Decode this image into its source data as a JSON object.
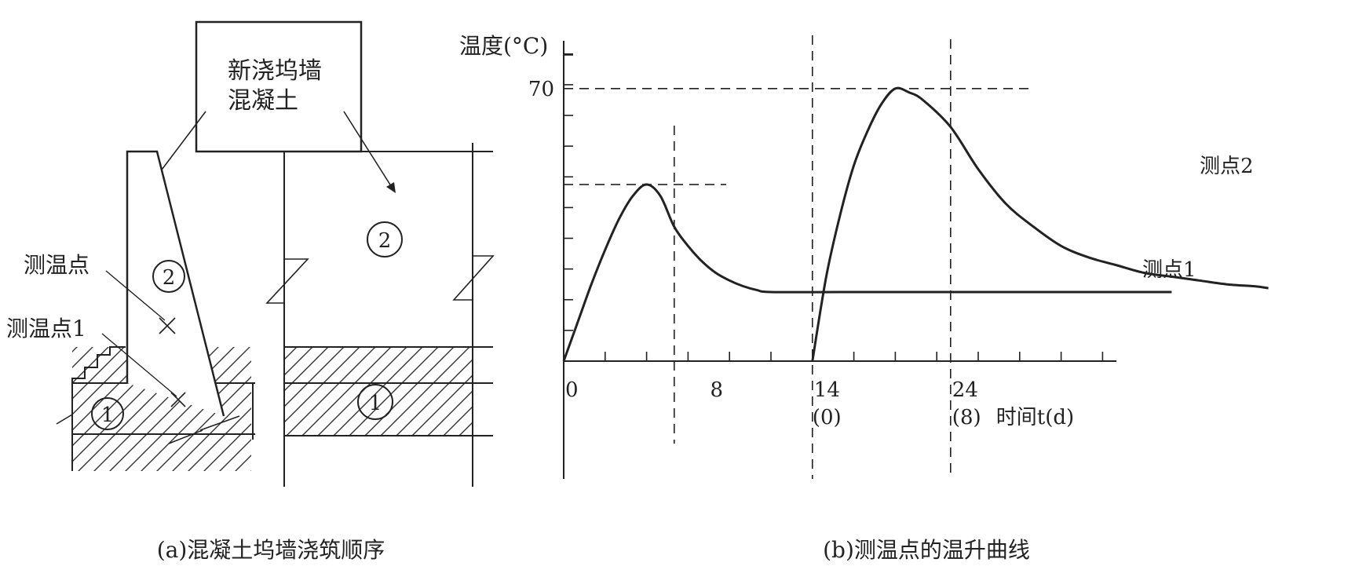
{
  "panel_a": {
    "box_line1": "新浇坞墙",
    "box_line2": "混凝土",
    "measure_point": "测温点",
    "measure_point1": "测温点1",
    "circle1": "1",
    "circle2": "2",
    "caption": "(a)混凝土坞墙浇筑顺序"
  },
  "panel_b": {
    "caption": "(b)测温点的温升曲线",
    "point1_label": "测点1",
    "point2_label": "测点2",
    "x_sub_14": "(0)",
    "x_sub_24": "(8)",
    "x_axis_label": "时间t(d)"
  },
  "chart_data": {
    "type": "line",
    "ylabel": "温度(°C)",
    "x_ticks": [
      0,
      8,
      14,
      24
    ],
    "y_ticks": [
      70
    ],
    "series": [
      {
        "name": "测点1",
        "x": [
          0,
          1,
          2,
          3,
          4,
          5,
          6,
          7,
          8,
          9,
          10,
          11,
          12,
          13,
          14,
          15,
          20,
          25,
          30,
          35,
          40,
          44
        ],
        "y": [
          0,
          10,
          20,
          29,
          37,
          43,
          46,
          43,
          35,
          30,
          26,
          23,
          21,
          19.5,
          18.5,
          18,
          18,
          18,
          18,
          18,
          18,
          18
        ]
      },
      {
        "name": "测点2",
        "x": [
          18,
          19,
          20,
          21,
          22,
          23,
          24,
          25,
          26,
          28,
          30,
          32,
          34,
          36,
          38,
          40,
          42,
          44,
          46,
          48,
          50,
          51
        ],
        "y": [
          0,
          22,
          38,
          51,
          60,
          67,
          71,
          70,
          68,
          61,
          50,
          41,
          35,
          30,
          27,
          25,
          23,
          22,
          21,
          20,
          19.5,
          19
        ]
      }
    ]
  }
}
